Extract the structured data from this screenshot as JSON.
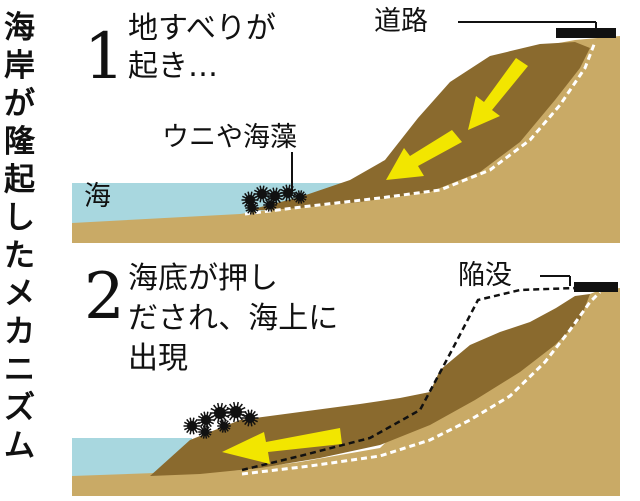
{
  "title_chars": [
    "海",
    "岸",
    "が",
    "隆",
    "起",
    "し",
    "た",
    "メ",
    "カ",
    "ニ",
    "ズ",
    "ム"
  ],
  "panel1": {
    "number": "1",
    "caption_lines": [
      "地すべりが",
      "起き…"
    ],
    "label_road": "道路",
    "label_urchin": "ウニや海藻",
    "label_sea": "海"
  },
  "panel2": {
    "number": "2",
    "caption_lines": [
      "海底が押し",
      "だされ、海上に",
      "出現"
    ],
    "label_sink": "陥没"
  },
  "colors": {
    "land": "#c9aa66",
    "slide": "#8a6a2e",
    "sea": "#a8d7df",
    "arrow": "#f2e600",
    "road": "#111111",
    "urchin": "#111111"
  }
}
